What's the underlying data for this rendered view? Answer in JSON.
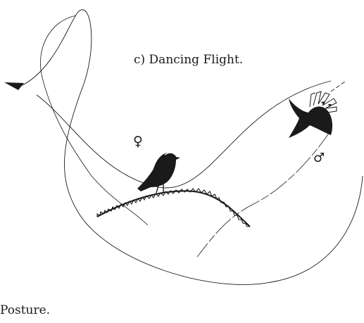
{
  "figure": {
    "title": "c) Dancing Flight.",
    "bottom_caption": "Posture.",
    "female_symbol": "♀",
    "male_symbol": "♂"
  },
  "icons": {
    "female_bird": "perched-bird-silhouette",
    "male_bird": "displaying-bird-silhouette",
    "flight_arrow": "arrowhead-left"
  },
  "colors": {
    "ink": "#1a1a1a",
    "background": "#ffffff"
  }
}
